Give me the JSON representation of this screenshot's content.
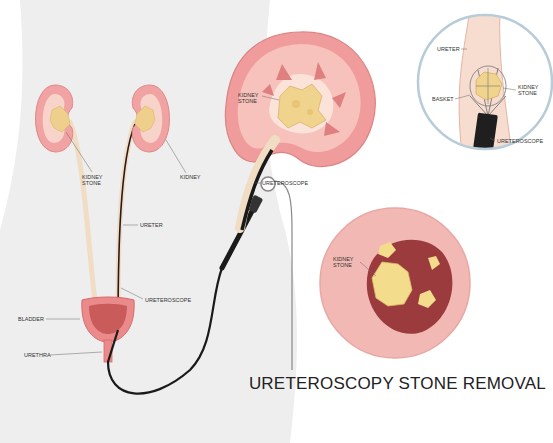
{
  "diagram": {
    "title": "URETEROSCOPY STONE REMOVAL",
    "labels": [
      "KIDNEY STONE",
      "KIDNEY",
      "URETER",
      "URETEROSCOPE",
      "BLADDER",
      "URETHRA",
      "KIDNEY STONE",
      "URETEROSCOPE",
      "URETER",
      "BASKET",
      "KIDNEY STONE",
      "URETEROSCOPE",
      "KIDNEY STONE"
    ]
  }
}
